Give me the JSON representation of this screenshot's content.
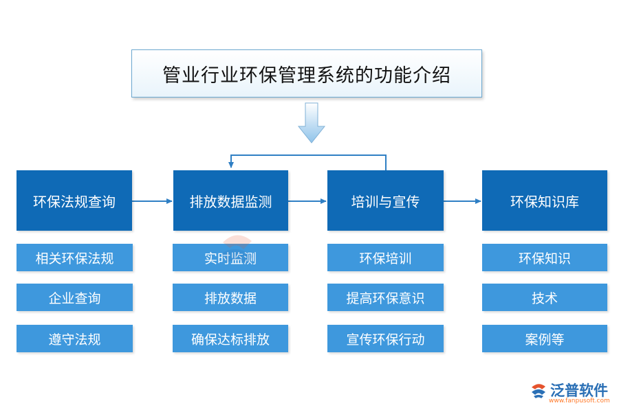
{
  "title": "管业行业环保管理系统的功能介绍",
  "columns": [
    {
      "label": "环保法规查询",
      "items": [
        "相关环保法规",
        "企业查询",
        "遵守法规"
      ]
    },
    {
      "label": "排放数据监测",
      "items": [
        "实时监测",
        "排放数据",
        "确保达标排放"
      ]
    },
    {
      "label": "培训与宣传",
      "items": [
        "环保培训",
        "提高环保意识",
        "宣传环保行动"
      ]
    },
    {
      "label": "环保知识库",
      "items": [
        "环保知识",
        "技术",
        "案例等"
      ]
    }
  ],
  "logo": {
    "name": "泛普软件",
    "url": "www.fanpusoft.com"
  },
  "colors": {
    "main_box": "#0f6ab6",
    "sub_box": "#3e98dd",
    "arrow": "#2f7fc4",
    "title_border": "#6aa7d0"
  },
  "icons": {
    "down_arrow": "down-arrow-icon",
    "logo": "fanpu-logo-icon"
  }
}
